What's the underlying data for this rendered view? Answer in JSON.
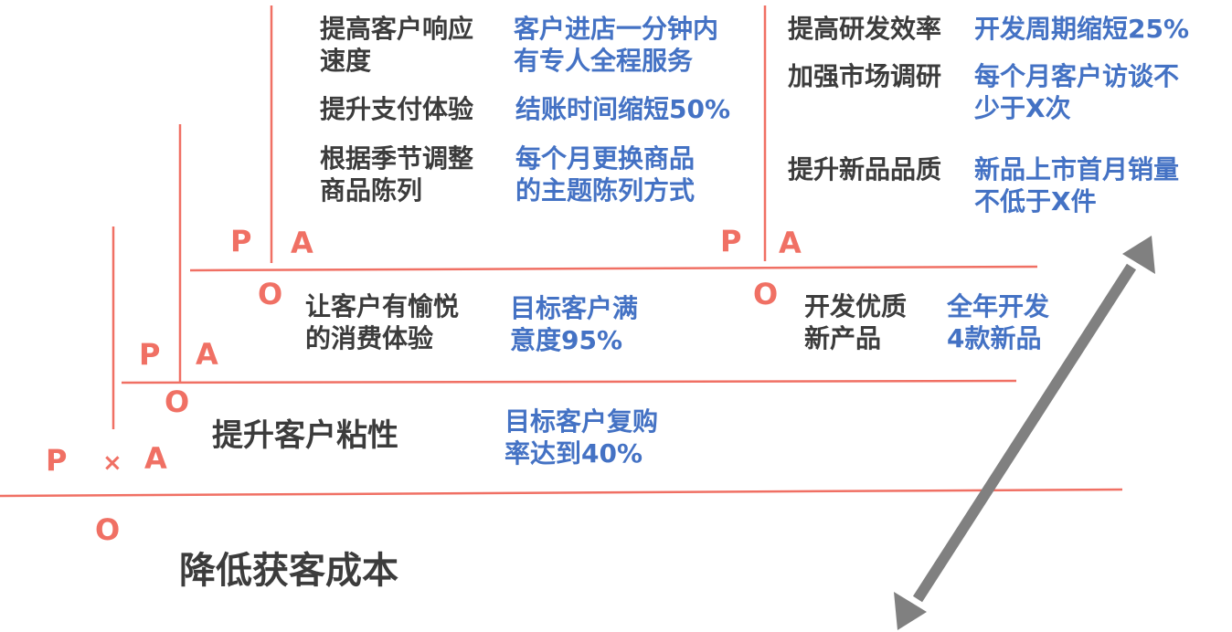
{
  "colors": {
    "line": "#f07064",
    "pao_letter": "#f07064",
    "text_gray": "#3c3c3c",
    "text_blue": "#4472c4",
    "arrow": "#808080"
  },
  "root": {
    "p": "P",
    "times": "×",
    "a": "A",
    "o": "O",
    "objective": "降低获客成本"
  },
  "level1": {
    "p": "P",
    "a": "A",
    "o": "O",
    "action": "提升客户粘性",
    "target": "目标客户复购\n率达到40%"
  },
  "level2": {
    "p": "P",
    "a": "A",
    "o": "O",
    "action": "让客户有愉悦\n的消费体验",
    "target": "目标客户满\n意度95%"
  },
  "level2b": {
    "action": "开发优质\n新产品",
    "target": "全年开发\n4款新品"
  },
  "level3_left": {
    "p": "P",
    "a": "A",
    "o": "O",
    "rows": [
      {
        "action": "提高客户响应\n速度",
        "target": "客户进店一分钟内\n有专人全程服务"
      },
      {
        "action": "提升支付体验",
        "target": "结账时间缩短50%"
      },
      {
        "action": "根据季节调整\n商品陈列",
        "target": "每个月更换商品\n的主题陈列方式"
      }
    ]
  },
  "level3_right": {
    "p": "P",
    "a": "A",
    "o": "O",
    "rows": [
      {
        "action": "提高研发效率",
        "target": "开发周期缩短25%"
      },
      {
        "action": "加强市场调研",
        "target": "每个月客户访谈不\n少于X次"
      },
      {
        "action": "提升新品品质",
        "target": "新品上市首月销量\n不低于X件"
      }
    ]
  }
}
